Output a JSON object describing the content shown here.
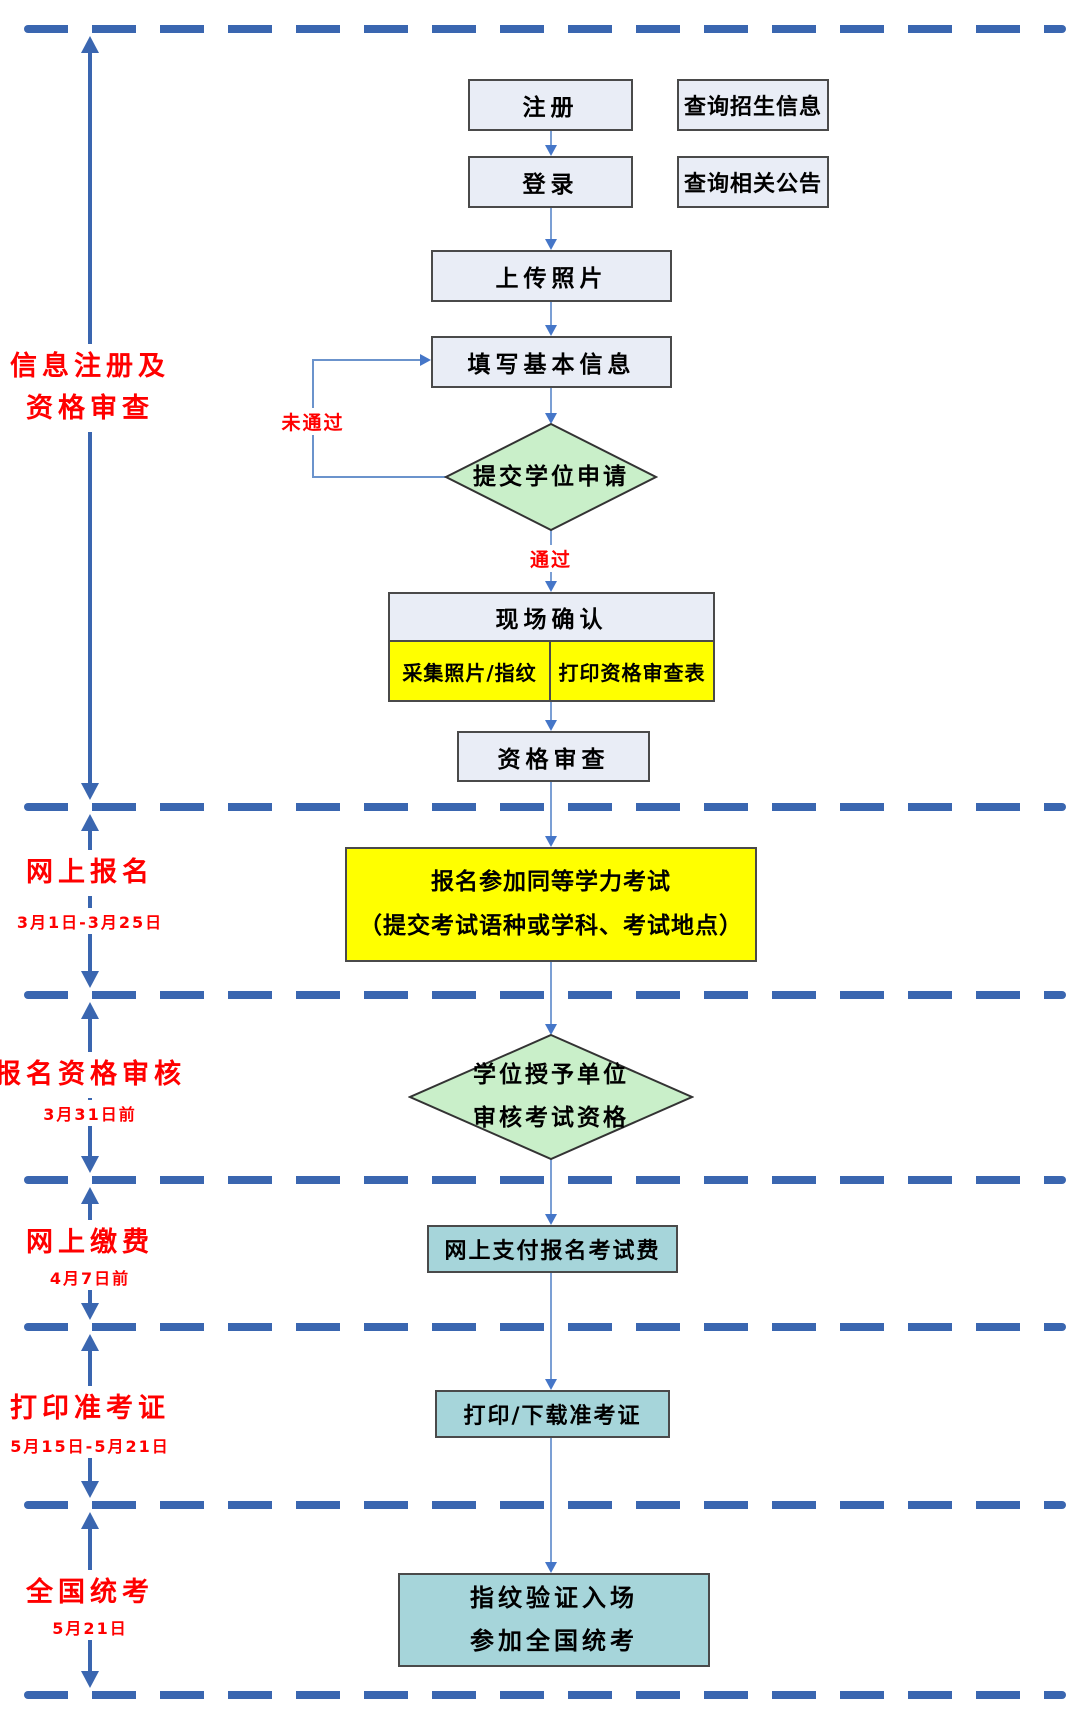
{
  "sections": [
    {
      "line1": "信息注册及",
      "line2": "资格审查"
    },
    {
      "line1": "网上报名",
      "date": "3月1日-3月25日"
    },
    {
      "line1": "报名资格审核",
      "date": "3月31日前"
    },
    {
      "line1": "网上缴费",
      "date": "4月7日前"
    },
    {
      "line1": "打印准考证",
      "date": "5月15日-5月21日"
    },
    {
      "line1": "全国统考",
      "date": "5月21日"
    }
  ],
  "nodes": {
    "register": "注册",
    "query_admission": "查询招生信息",
    "login": "登录",
    "query_notice": "查询相关公告",
    "upload_photo": "上传照片",
    "fill_info": "填写基本信息",
    "submit_degree": "提交学位申请",
    "onsite_confirm": "现场确认",
    "collect_photo": "采集照片/指纹",
    "print_form": "打印资格审查表",
    "qualification_review": "资格审查",
    "enroll_line1": "报名参加同等学力考试",
    "enroll_line2": "（提交考试语种或学科、考试地点）",
    "unit_review_line1": "学位授予单位",
    "unit_review_line2": "审核考试资格",
    "pay_fee": "网上支付报名考试费",
    "print_ticket": "打印/下载准考证",
    "final_line1": "指纹验证入场",
    "final_line2": "参加全国统考"
  },
  "edges": {
    "passed": "通过",
    "not_passed": "未通过"
  },
  "colors": {
    "divider_blue": "#3a66b0",
    "flow_arrow_blue": "#7b9fd4",
    "arrow_head_blue": "#4576c8",
    "box_lavender": "#e9edf6",
    "box_yellow": "#ffff00",
    "box_teal": "#a6d5da",
    "diamond_green": "#c9efc9",
    "label_red": "#ff0000"
  }
}
